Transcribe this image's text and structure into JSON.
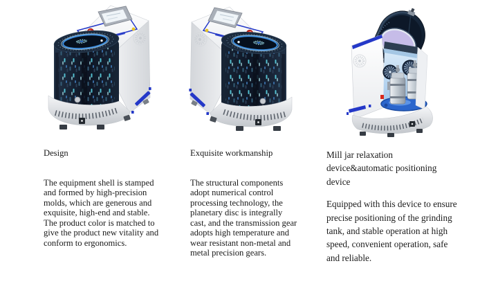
{
  "page": {
    "background": "#ffffff"
  },
  "colors": {
    "accent_blue": "#2438c8",
    "ring_blue": "#3f8fe0",
    "glow_cyan": "#7adcf2",
    "drum_dark": "#111d2e",
    "window_purple": "#c6bce8",
    "interior_blue": "#aecfee",
    "turntable_blue": "#2b66cc",
    "estop_red": "#d82a1e",
    "body_text": "#1a1a1a"
  },
  "products": [
    {
      "image": "planetary-ball-mill-closed-drum-left",
      "heading": "Design",
      "body": "The equipment shell is stamped\nand formed by high-precision\nmolds, which are generous and\nexquisite, high-end and stable.\nThe product color is matched to\ngive the product new vitality and\nconform to ergonomics."
    },
    {
      "image": "planetary-ball-mill-closed-drum-right",
      "heading": "Exquisite workmanship",
      "body": "The structural components\nadopt numerical control\nprocessing technology, the\nplanetary disc is integrally\ncast, and the transmission gear\nadopts high temperature and\nwear resistant non-metal and\nmetal precision gears."
    },
    {
      "image": "planetary-ball-mill-lid-open",
      "heading": "Mill jar relaxation\ndevice&automatic positioning\ndevice",
      "body": "Equipped with this device to ensure\nprecise positioning of the grinding\ntank, and stable operation at high\nspeed, convenient operation, safe\nand reliable."
    }
  ]
}
